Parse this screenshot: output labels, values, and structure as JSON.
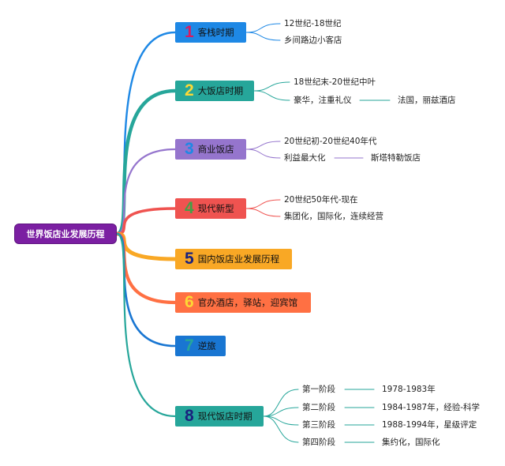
{
  "root": {
    "label": "世界饭店业发展历程"
  },
  "branches": [
    {
      "num": "1",
      "label": "客栈时期",
      "color": "#1e88e5",
      "num_color": "#d81b60",
      "leaves": [
        {
          "text": "12世纪-18世纪"
        },
        {
          "text": "乡间路边小客店"
        }
      ]
    },
    {
      "num": "2",
      "label": "大饭店时期",
      "color": "#26a69a",
      "num_color": "#fdd835",
      "leaves": [
        {
          "text": "18世纪末-20世纪中叶"
        },
        {
          "text": "豪华，注重礼仪",
          "sub": "法国，丽兹酒店"
        }
      ]
    },
    {
      "num": "3",
      "label": "商业饭店",
      "color": "#9575cd",
      "num_color": "#1e88e5",
      "leaves": [
        {
          "text": "20世纪初-20世纪40年代"
        },
        {
          "text": "利益最大化",
          "sub": "斯塔特勒饭店"
        }
      ]
    },
    {
      "num": "4",
      "label": "现代新型",
      "color": "#ef5350",
      "num_color": "#43a047",
      "leaves": [
        {
          "text": "20世纪50年代-现在"
        },
        {
          "text": "集团化，国际化，连续经营"
        }
      ]
    },
    {
      "num": "5",
      "label": "国内饭店业发展历程",
      "color": "#f9a825",
      "num_color": "#1a237e",
      "leaves": []
    },
    {
      "num": "6",
      "label": "官办酒店，驿站，迎宾馆",
      "color": "#ff7043",
      "num_color": "#fdd835",
      "leaves": []
    },
    {
      "num": "7",
      "label": "逆旅",
      "color": "#1976d2",
      "num_color": "#26a69a",
      "leaves": []
    },
    {
      "num": "8",
      "label": "现代饭店时期",
      "color": "#26a69a",
      "num_color": "#1a237e",
      "leaves": [
        {
          "text": "第一阶段",
          "sub": "1978-1983年"
        },
        {
          "text": "第二阶段",
          "sub": "1984-1987年，经验-科学"
        },
        {
          "text": "第三阶段",
          "sub": "1988-1994年，星级评定"
        },
        {
          "text": "第四阶段",
          "sub": "集约化，国际化"
        }
      ]
    }
  ]
}
